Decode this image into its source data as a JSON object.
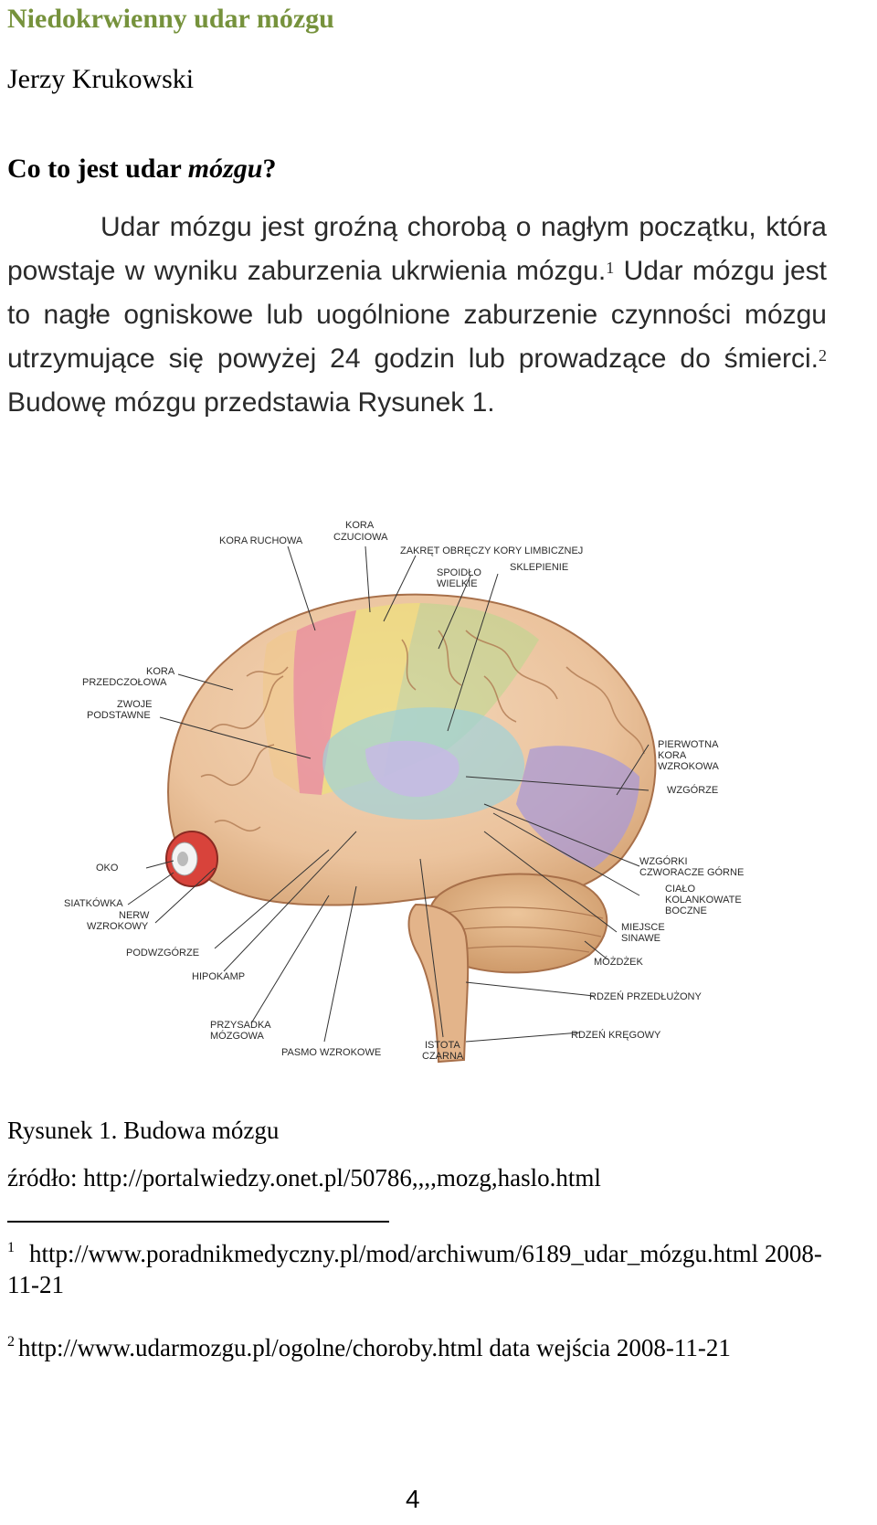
{
  "title": "Niedokrwienny udar mózgu",
  "author": "Jerzy Krukowski",
  "section": {
    "prefix": "Co to jest udar ",
    "italic": "mózgu",
    "suffix": "?"
  },
  "paragraph": {
    "s1": "Udar mózgu jest groźną chorobą o nagłym początku, która powstaje w wyniku zaburzenia ukrwienia mózgu.",
    "ref1": "1",
    "s2": " Udar mózgu jest to nagłe ogniskowe lub uogólnione zaburzenie czynności mózgu utrzymujące się powyżej 24 godzin lub prowadzące do śmierci.",
    "ref2": "2",
    "s3": " Budowę mózgu przedstawia Rysunek 1."
  },
  "figure": {
    "labels": {
      "kora_ruchowa": "KORA RUCHOWA",
      "kora_czuciowa_1": "KORA",
      "kora_czuciowa_2": "CZUCIOWA",
      "zakret": "ZAKRĘT OBRĘCZY KORY LIMBICZNEJ",
      "sklepienie": "SKLEPIENIE",
      "spoidlo_1": "SPOIDŁO",
      "spoidlo_2": "WIELKIE",
      "kora_przed_1": "KORA",
      "kora_przed_2": "PRZEDCZOŁOWA",
      "zwoje_1": "ZWOJE",
      "zwoje_2": "PODSTAWNE",
      "pierwotna_1": "PIERWOTNA",
      "pierwotna_2": "KORA",
      "pierwotna_3": "WZROKOWA",
      "wzgorze": "WZGÓRZE",
      "oko": "OKO",
      "wzgorki_1": "WZGÓRKI",
      "wzgorki_2": "CZWORACZE GÓRNE",
      "cialo_1": "CIAŁO",
      "cialo_2": "KOLANKOWATE",
      "cialo_3": "BOCZNE",
      "siatkowka": "SIATKÓWKA",
      "nerw_1": "NERW",
      "nerw_2": "WZROKOWY",
      "miejsce_1": "MIEJSCE",
      "miejsce_2": "SINAWE",
      "podwzgorze": "PODWZGÓRZE",
      "mozdzek": "MÓŻDŻEK",
      "hipokamp": "HIPOKAMP",
      "rdzen_przed": "RDZEŃ PRZEDŁUŻONY",
      "przysadka_1": "PRZYSADKA",
      "przysadka_2": "MÓZGOWA",
      "rdzen_kregowy": "RDZEŃ KRĘGOWY",
      "pasmo": "PASMO WZROKOWE",
      "istota_1": "ISTOTA",
      "istota_2": "CZARNA"
    }
  },
  "caption": "Rysunek 1. Budowa mózgu",
  "source": "źródło: http://portalwiedzy.onet.pl/50786,,,,mozg,haslo.html",
  "footnotes": [
    {
      "num": "1",
      "text": "http://www.poradnikmedyczny.pl/mod/archiwum/6189_udar_mózgu.html 2008-11-21"
    },
    {
      "num": "2",
      "text": "http://www.udarmozgu.pl/ogolne/choroby.html data wejścia 2008-11-21"
    }
  ],
  "page_number": "4",
  "colors": {
    "title": "#76923c"
  }
}
